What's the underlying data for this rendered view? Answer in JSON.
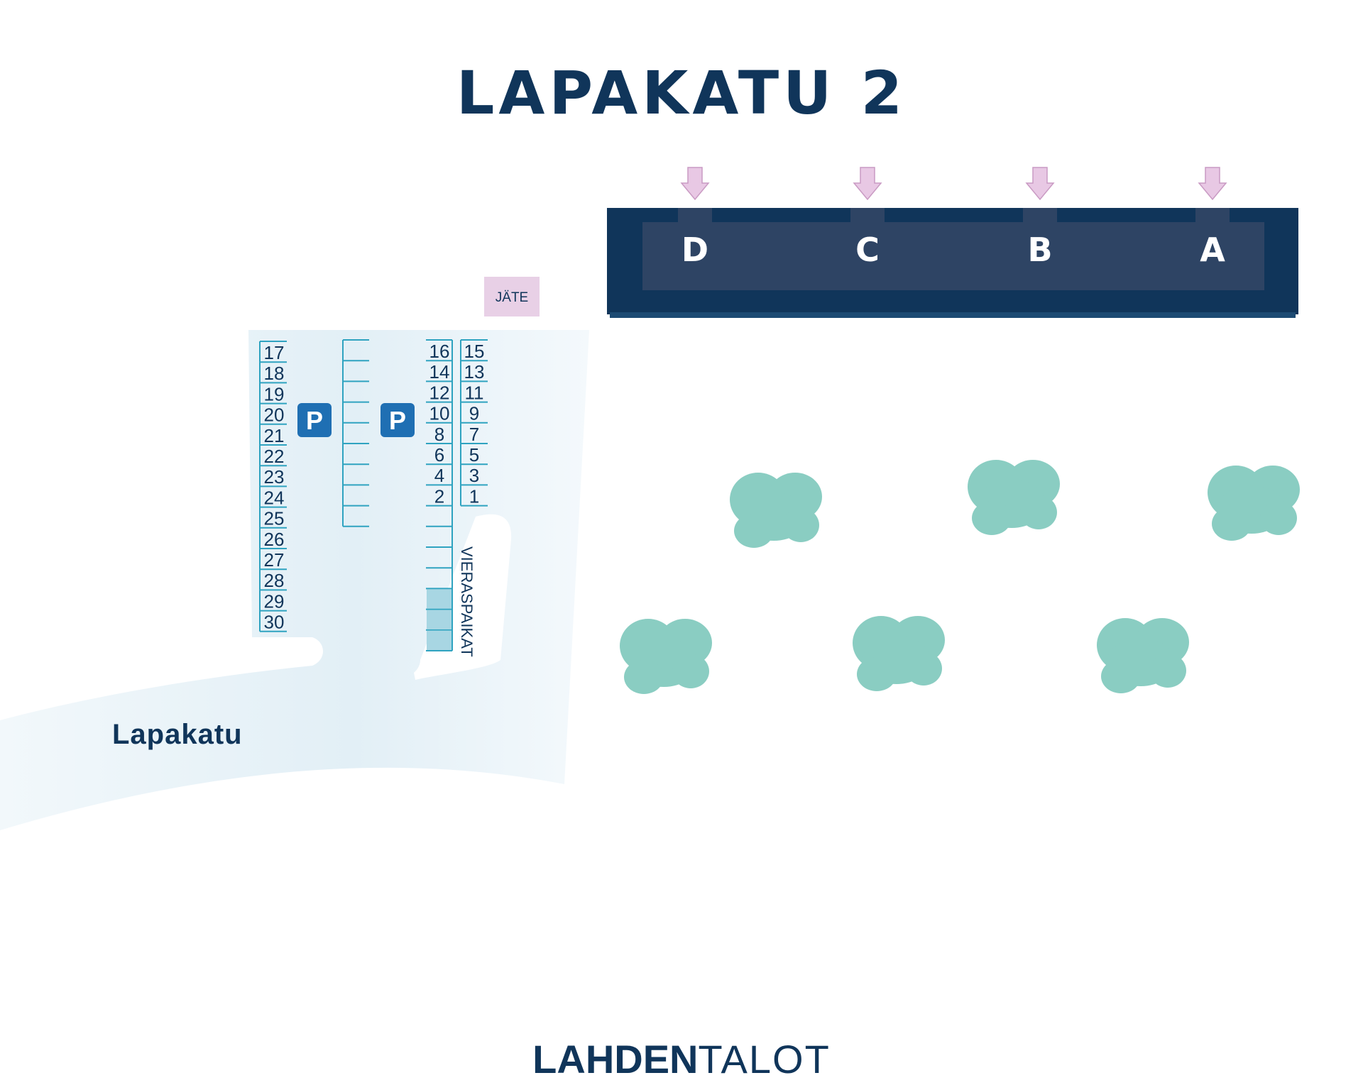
{
  "title": "LAPAKATU 2",
  "street_label": "Lapakatu",
  "waste_label": "JÄTE",
  "guest_label": "VIERASPAIKAT",
  "parking_sign": "P",
  "building": {
    "entrances": [
      "D",
      "C",
      "B",
      "A"
    ]
  },
  "parking": {
    "left_column": [
      "17",
      "18",
      "19",
      "20",
      "21",
      "22",
      "23",
      "24",
      "25",
      "26",
      "27",
      "28",
      "29",
      "30"
    ],
    "middle_left": [
      "16",
      "14",
      "12",
      "10",
      "8",
      "6",
      "4",
      "2"
    ],
    "middle_right": [
      "15",
      "13",
      "11",
      "9",
      "7",
      "5",
      "3",
      "1"
    ]
  },
  "logo": {
    "bold": "LAHDEN",
    "light": "TALOT"
  },
  "colors": {
    "navy": "#10355a",
    "building_inner": "#2e4464",
    "parking_line": "#2fa3c0",
    "parking_sign": "#1f6fb3",
    "tree": "#8acdc2",
    "waste_bg": "#e8d0e6",
    "arrow": "#e8c8e4",
    "guest_fill": "#a8d6e3",
    "road": "#e4f0f6"
  },
  "icons": {
    "entrance_marker": "down-arrow-icon",
    "tree": "tree-icon",
    "parking": "parking-sign-icon"
  }
}
